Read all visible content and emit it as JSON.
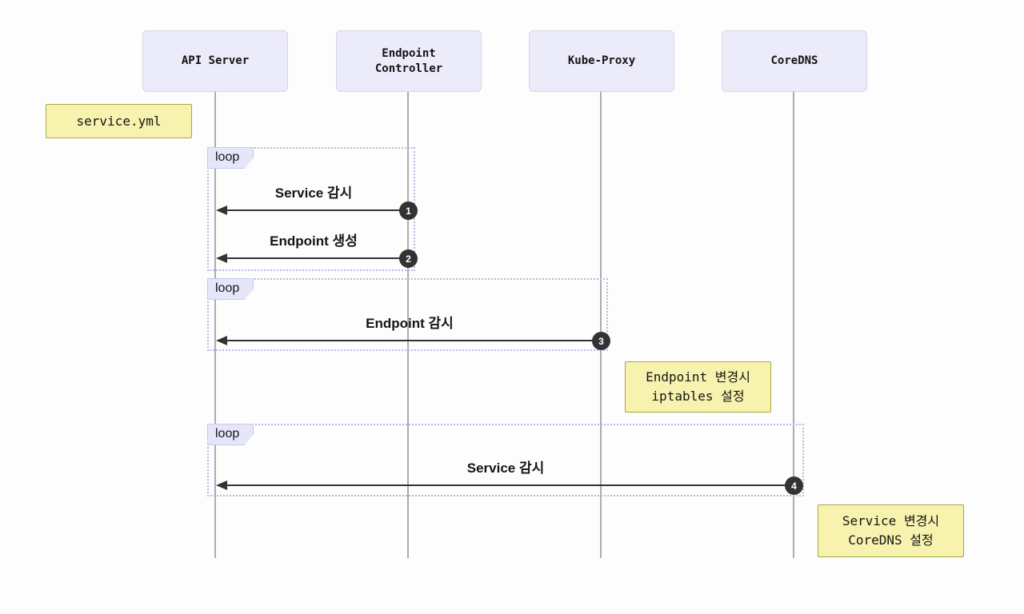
{
  "colors": {
    "background": "#FDFDFD",
    "participant_fill": "#ECEBFA",
    "participant_border": "#D5D5E8",
    "loop_tab_fill": "#E6E6FA",
    "loop_border": "#B7B7E0",
    "note_fill": "#F8F2AF",
    "note_border": "#A8A843",
    "lifeline": "#ACACAC",
    "arrow": "#333333",
    "num_bg": "#333333",
    "num_text": "#FFFFFF"
  },
  "participants": [
    {
      "id": "api-server",
      "label": "API Server"
    },
    {
      "id": "endpoint-controller",
      "label": "Endpoint\nController"
    },
    {
      "id": "kube-proxy",
      "label": "Kube-Proxy"
    },
    {
      "id": "coredns",
      "label": "CoreDNS"
    }
  ],
  "loops": [
    {
      "label": "loop"
    },
    {
      "label": "loop"
    },
    {
      "label": "loop"
    }
  ],
  "messages": [
    {
      "num": "1",
      "label": "Service 감시",
      "from": "Endpoint Controller",
      "to": "API Server"
    },
    {
      "num": "2",
      "label": "Endpoint 생성",
      "from": "Endpoint Controller",
      "to": "API Server"
    },
    {
      "num": "3",
      "label": "Endpoint 감시",
      "from": "Kube-Proxy",
      "to": "API Server"
    },
    {
      "num": "4",
      "label": "Service 감시",
      "from": "CoreDNS",
      "to": "API Server"
    }
  ],
  "notes": [
    {
      "id": "service-yml",
      "text": "service.yml"
    },
    {
      "id": "iptables-note",
      "text": "Endpoint 변경시\niptables 설정"
    },
    {
      "id": "coredns-note",
      "text": "Service 변경시\nCoreDNS 설정"
    }
  ]
}
